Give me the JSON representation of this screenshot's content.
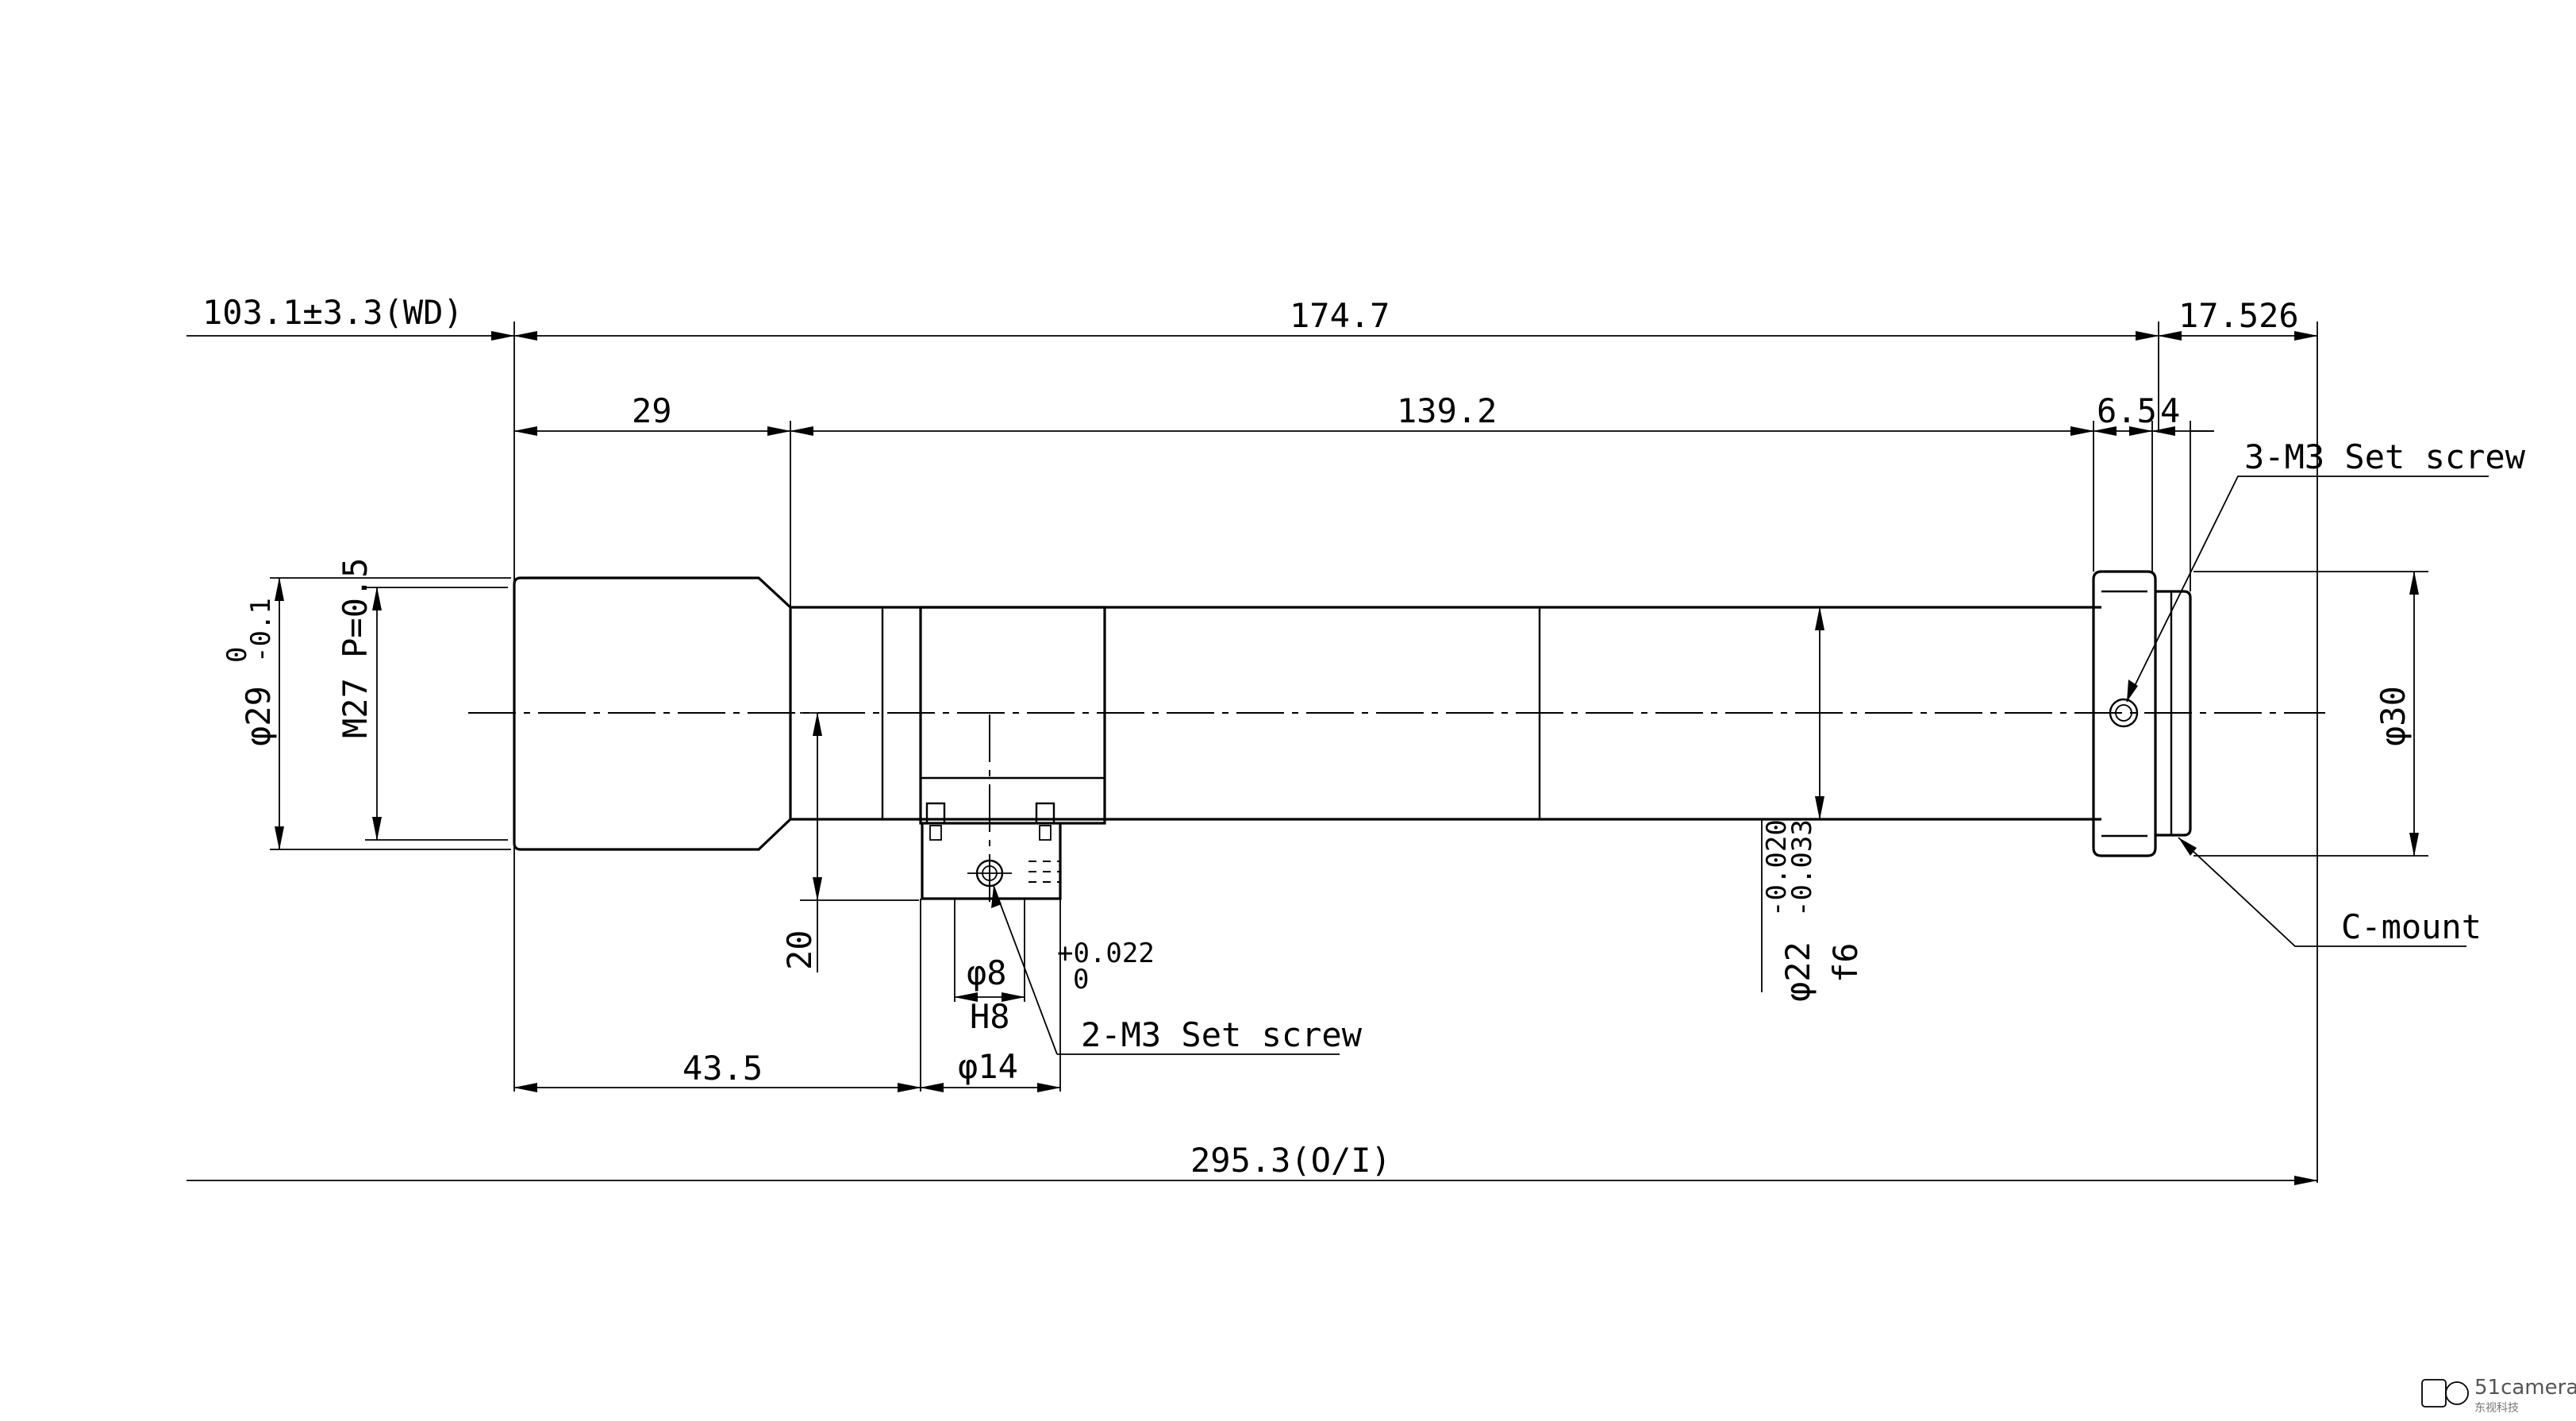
{
  "dims": {
    "wd": "103.1±3.3(WD)",
    "overall_top": "174.7",
    "rear_flange": "17.526",
    "front_barrel": "29",
    "body_length": "139.2",
    "seg_6_5": "6.5",
    "seg_4": "4",
    "to_clamp": "43.5",
    "total_oi": "295.3(O/I)",
    "clamp_height": "20",
    "hole_dia": "φ8",
    "hole_fit": "H8",
    "hole_tol_upper": "+0.022",
    "hole_tol_lower": "0",
    "clamp_dia": "φ14",
    "front_dia": "φ29",
    "front_tol_upper": "0",
    "front_tol_lower": "-0.1",
    "thread": "M27 P=0.5",
    "shaft_dia": "φ22",
    "shaft_fit": "f6",
    "shaft_tol_upper": "-0.020",
    "shaft_tol_lower": "-0.033",
    "mount_dia": "φ30"
  },
  "callouts": {
    "set_screw_rear": "3-M3 Set screw",
    "set_screw_clamp": "2-M3 Set screw",
    "mount": "C-mount"
  },
  "watermark": {
    "brand": "51camera",
    "sub": "东视科技"
  }
}
